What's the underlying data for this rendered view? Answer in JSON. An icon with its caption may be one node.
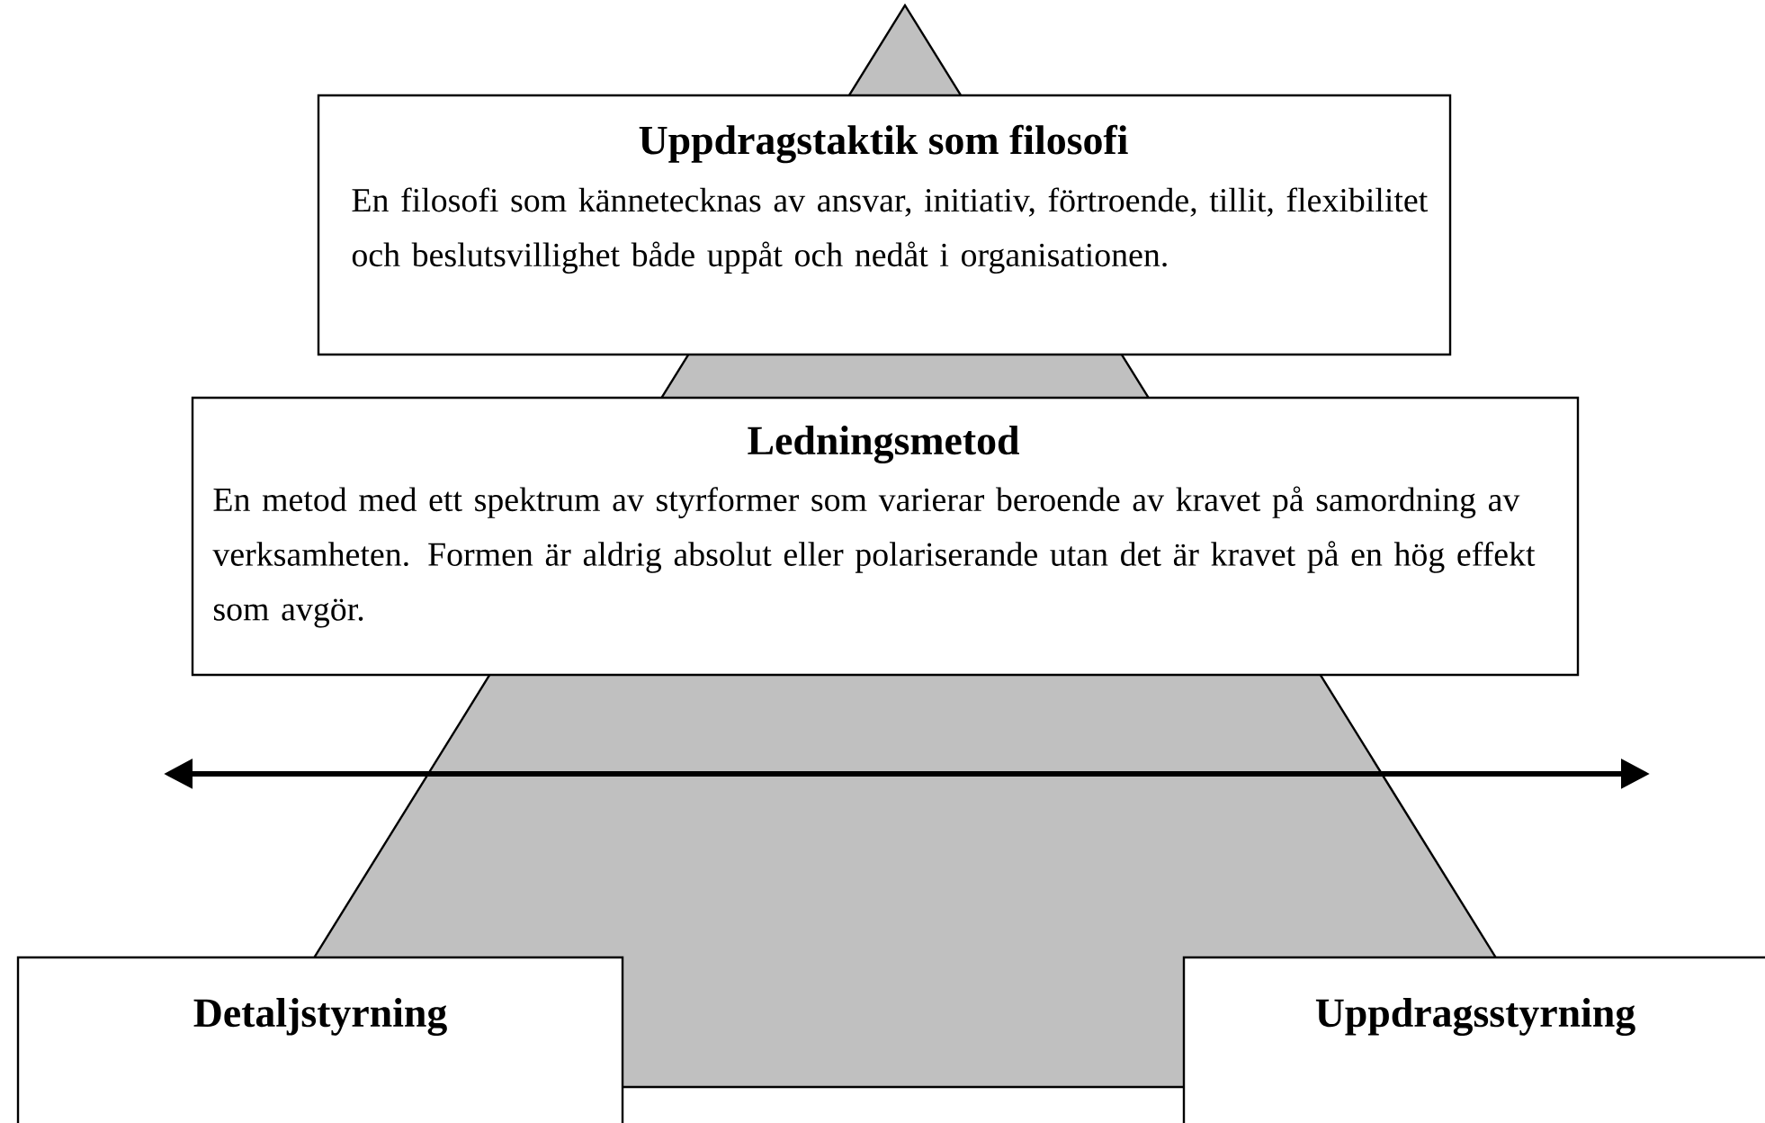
{
  "diagram": {
    "nodes": [
      {
        "text": [
          "Uppdragstaktik som filosofi",
          "En filosofi som kännetecknas av ansvar, initiativ, förtroende, tillit, flexibilitet och beslutsvillighet både uppåt och nedåt i organisationen."
        ]
      },
      {
        "text": [
          "Ledningsmetod",
          "En metod med ett spektrum av styrformer som varierar beroende av kravet på samordning av verksamheten. Formen är aldrig absolut eller polariserande utan det är kravet på en hög effekt som avgör."
        ]
      },
      {
        "text": [
          "Detaljstyrning"
        ]
      },
      {
        "text": [
          "Uppdragsstyrning"
        ]
      }
    ]
  }
}
